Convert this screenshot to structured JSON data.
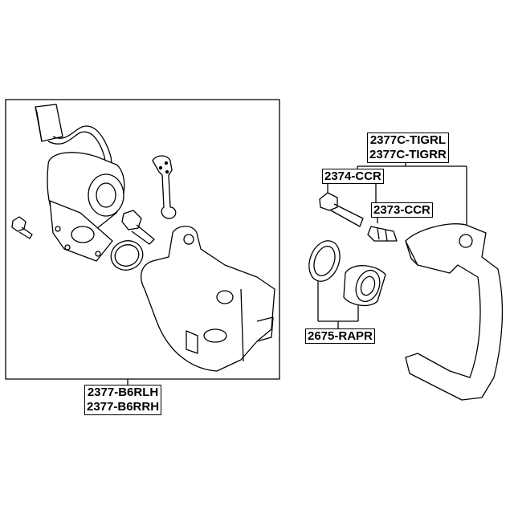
{
  "labels": {
    "caliper": [
      "2377-B6RLH",
      "2377-B6RRH"
    ],
    "carrier": [
      "2377C-TIGRL",
      "2377C-TIGRR"
    ],
    "guide_bolt": "2374-CCR",
    "guide_boot": "2373-CCR",
    "piston_seal_kit": "2675-RAPR"
  },
  "colors": {
    "line": "#000000",
    "background": "#ffffff"
  }
}
